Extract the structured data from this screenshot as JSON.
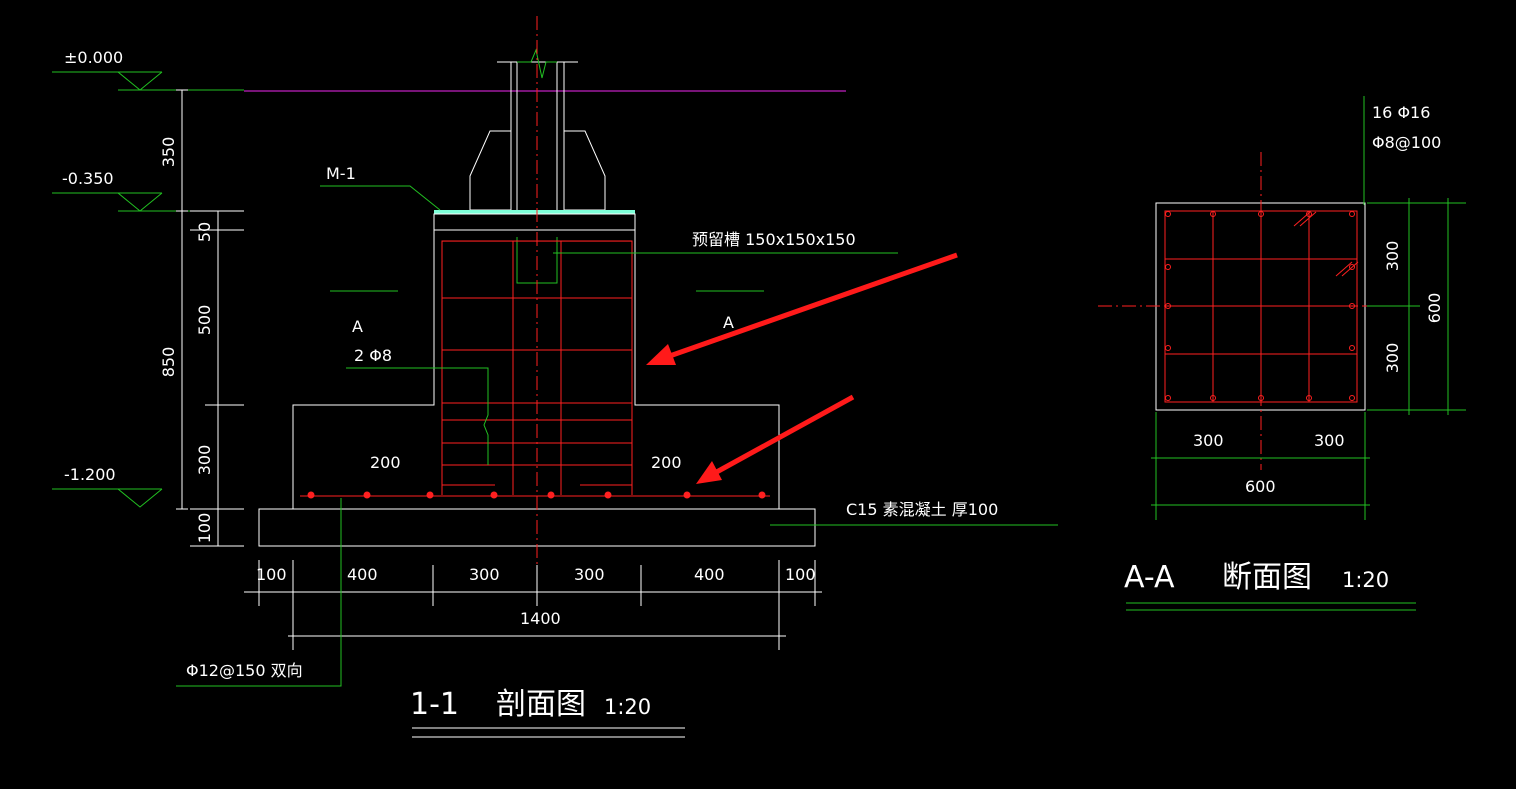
{
  "section_1_1": {
    "elev_000": "±0.000",
    "elev_0350": "-0.350",
    "elev_1200": "-1.200",
    "dim_350": "350",
    "dim_850": "850",
    "dim_50": "50",
    "dim_500": "500",
    "dim_300v": "300",
    "dim_100v": "100",
    "label_m1": "M-1",
    "label_groove": "预留槽 150x150x150",
    "label_a_left": "A",
    "label_a_right": "A",
    "label_2phi8": "2 Φ8",
    "dim_200_left": "200",
    "dim_200_right": "200",
    "label_c15": "C15  素混凝土 厚100",
    "dim_bottom": [
      "100",
      "400",
      "300",
      "300",
      "400",
      "100"
    ],
    "dim_total": "1400",
    "label_rebar": "Φ12@150   双向",
    "title_main": "1-1",
    "title_text": "剖面图",
    "title_scale": "1:20"
  },
  "section_a_a": {
    "label_16phi16": "16  Φ16",
    "label_phi8": "Φ8@100",
    "dim_300_top": "300",
    "dim_300_bot": "300",
    "dim_600_v": "600",
    "dim_300_left": "300",
    "dim_300_right": "300",
    "dim_600_h": "600",
    "title_main": "A-A",
    "title_text": "断面图",
    "title_scale": "1:20"
  },
  "colors": {
    "background": "#000000",
    "outline": "#ffffff",
    "dimension": "#22c022",
    "rebar": "#ff2020",
    "grade_line": "#c020c0",
    "arrow": "#ff1a1a"
  }
}
